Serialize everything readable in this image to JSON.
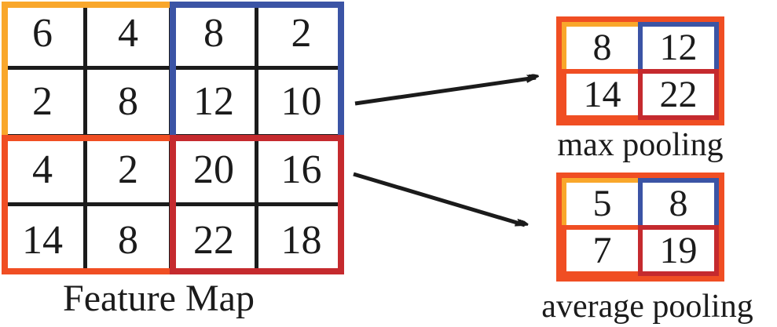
{
  "colors": {
    "yellow": "#F9A72B",
    "blue": "#3B54A5",
    "orange": "#F04E23",
    "red": "#C52A2E",
    "ink": "#1B1B1B"
  },
  "feature_map": {
    "label": "Feature Map",
    "rows": [
      [
        "6",
        "4",
        "8",
        "2"
      ],
      [
        "2",
        "8",
        "12",
        "10"
      ],
      [
        "4",
        "2",
        "20",
        "16"
      ],
      [
        "14",
        "8",
        "22",
        "18"
      ]
    ]
  },
  "max_pooling": {
    "label": "max pooling",
    "cells": [
      [
        "8",
        "12"
      ],
      [
        "14",
        "22"
      ]
    ]
  },
  "average_pooling": {
    "label": "average pooling",
    "cells": [
      [
        "5",
        "8"
      ],
      [
        "7",
        "19"
      ]
    ]
  }
}
